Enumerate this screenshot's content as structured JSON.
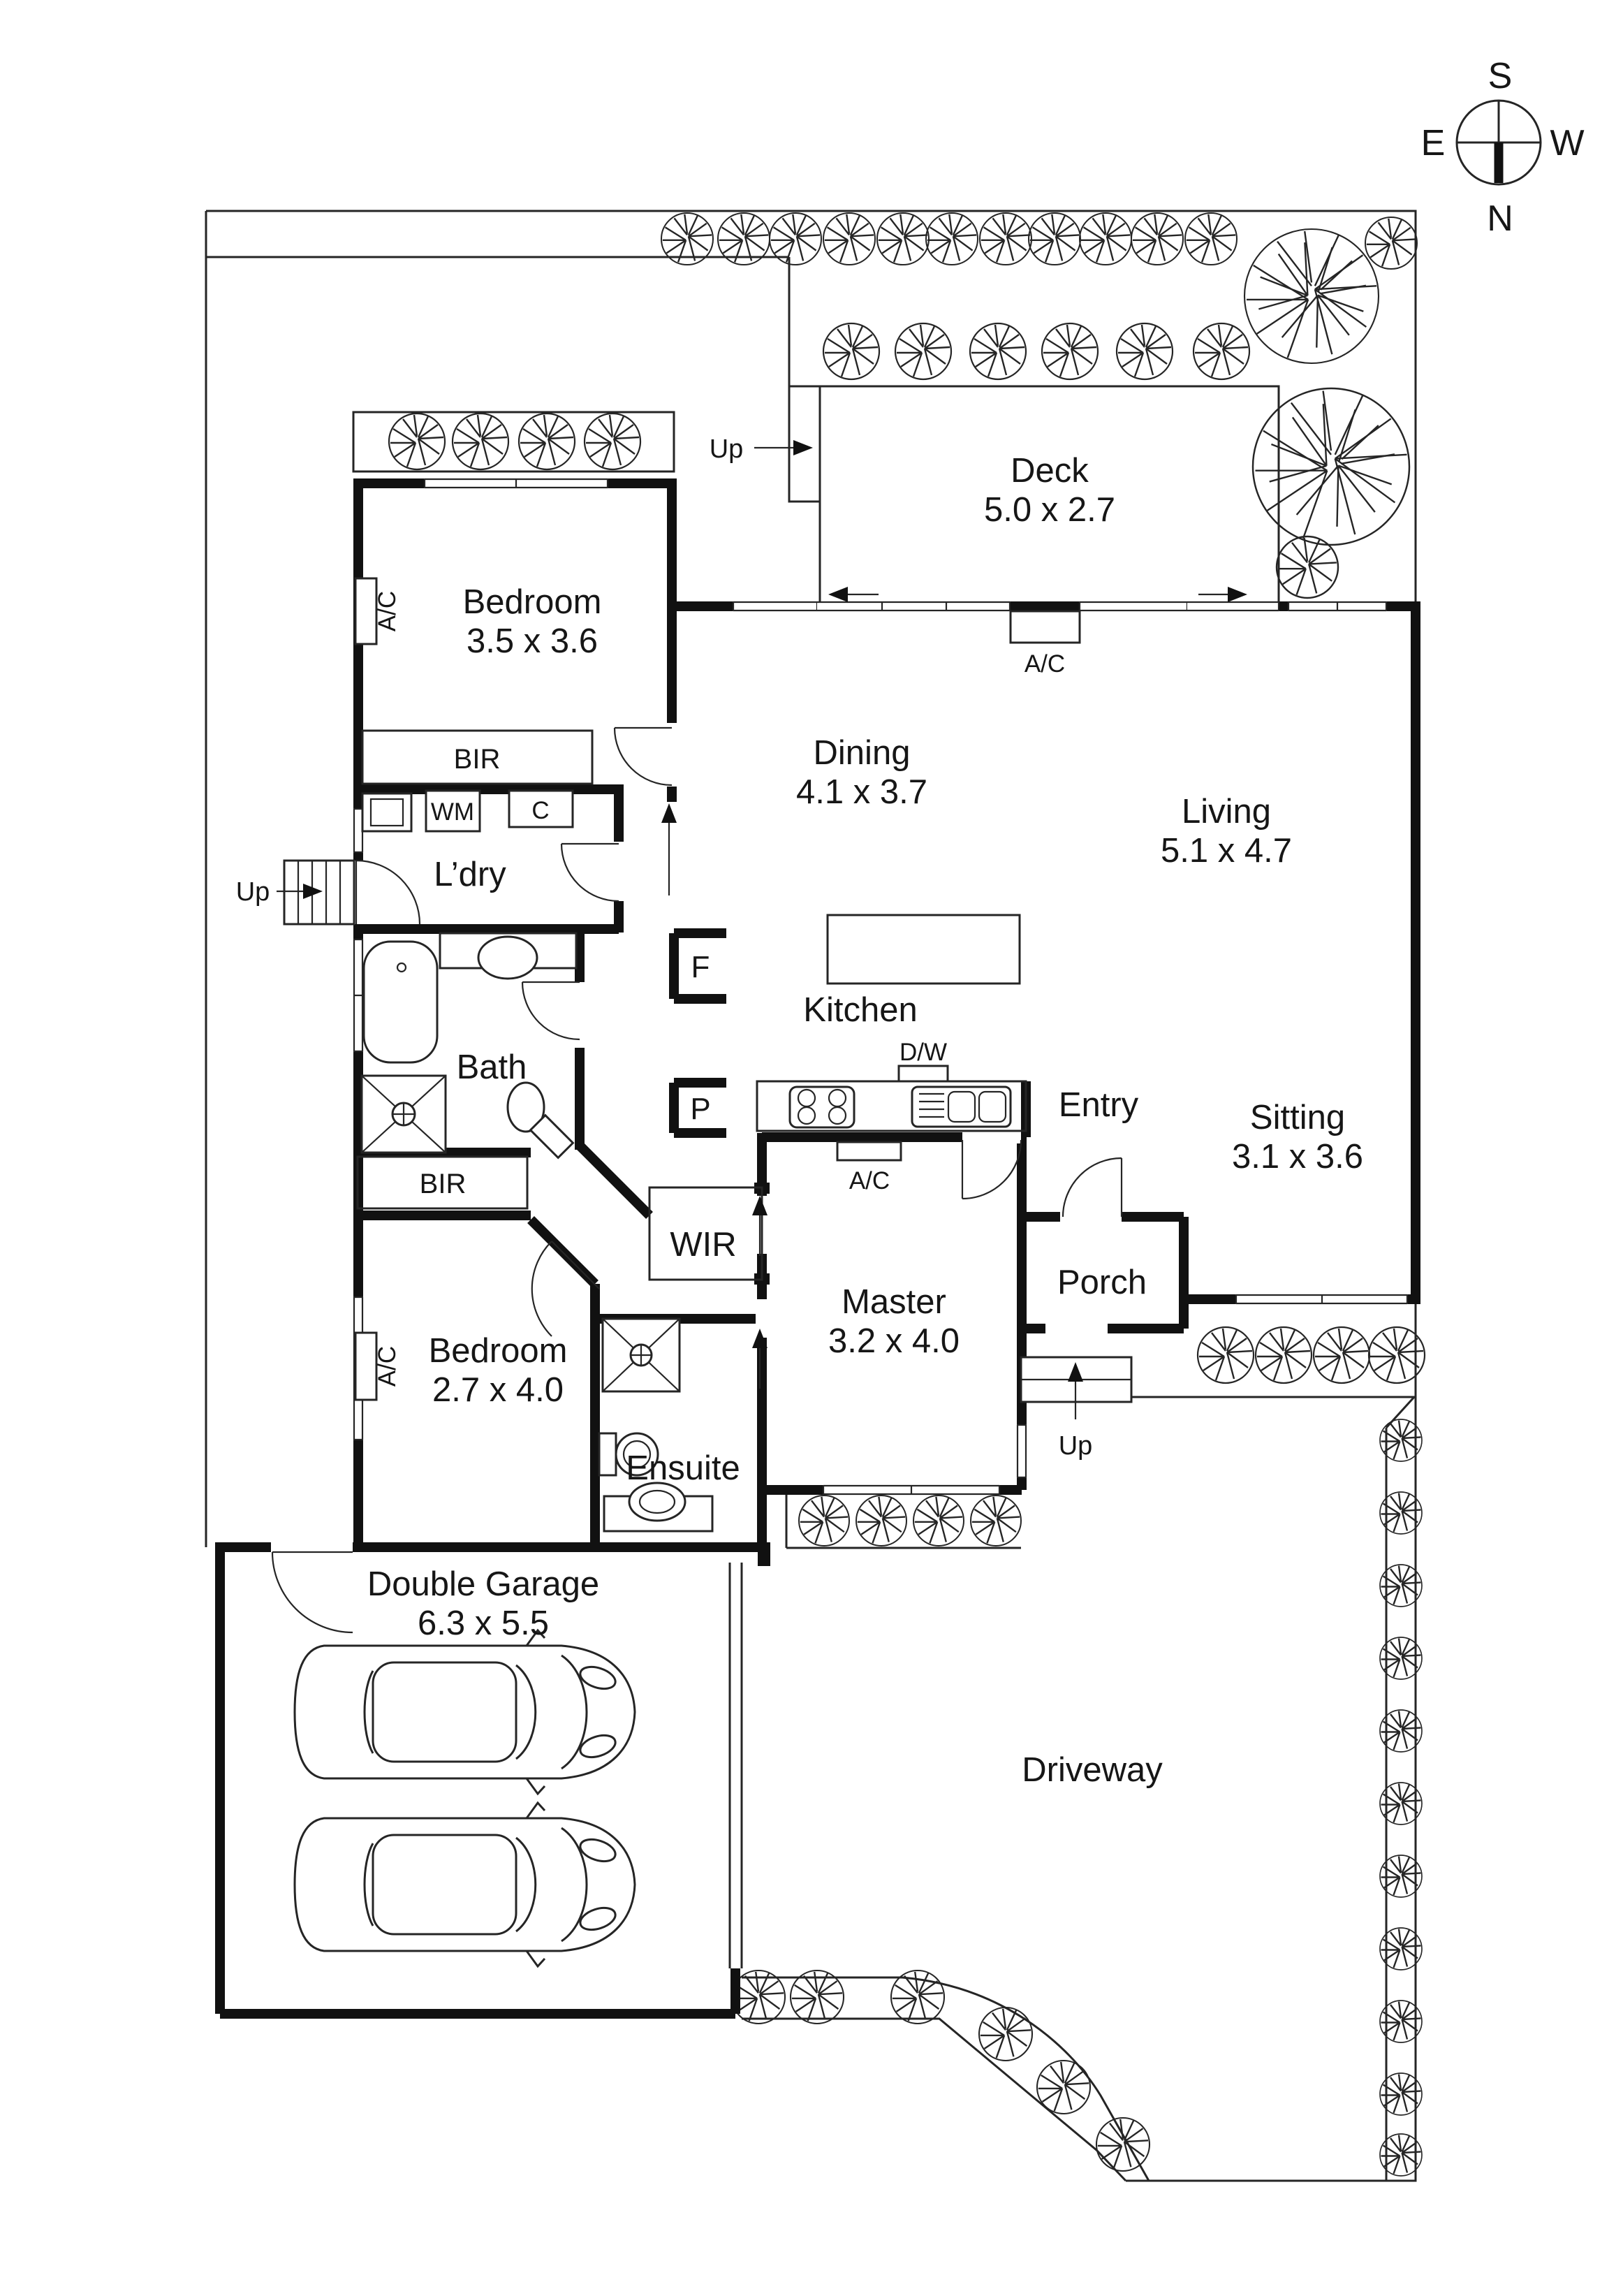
{
  "compass": {
    "north": "N",
    "south": "S",
    "east": "E",
    "west": "W"
  },
  "rooms": {
    "deck": {
      "name": "Deck",
      "dims": "5.0 x 2.7"
    },
    "bedroom1": {
      "name": "Bedroom",
      "dims": "3.5 x 3.6"
    },
    "dining": {
      "name": "Dining",
      "dims": "4.1 x 3.7"
    },
    "living": {
      "name": "Living",
      "dims": "5.1 x 4.7"
    },
    "laundry": {
      "name": "L’dry"
    },
    "bath": {
      "name": "Bath"
    },
    "kitchen": {
      "name": "Kitchen"
    },
    "entry": {
      "name": "Entry"
    },
    "sitting": {
      "name": "Sitting",
      "dims": "3.1 x 3.6"
    },
    "porch": {
      "name": "Porch"
    },
    "wir": {
      "name": "WIR"
    },
    "master": {
      "name": "Master",
      "dims": "3.2 x 4.0"
    },
    "bedroom2": {
      "name": "Bedroom",
      "dims": "2.7 x 4.0"
    },
    "ensuite": {
      "name": "Ensuite"
    },
    "garage": {
      "name": "Double Garage",
      "dims": "6.3 x 5.5"
    },
    "driveway": {
      "name": "Driveway"
    }
  },
  "labels": {
    "up": "Up",
    "ac": "A/C",
    "wm": "WM",
    "cupboard": "C",
    "fridge": "F",
    "pantry": "P",
    "dishwasher": "D/W",
    "bir": "BIR"
  }
}
